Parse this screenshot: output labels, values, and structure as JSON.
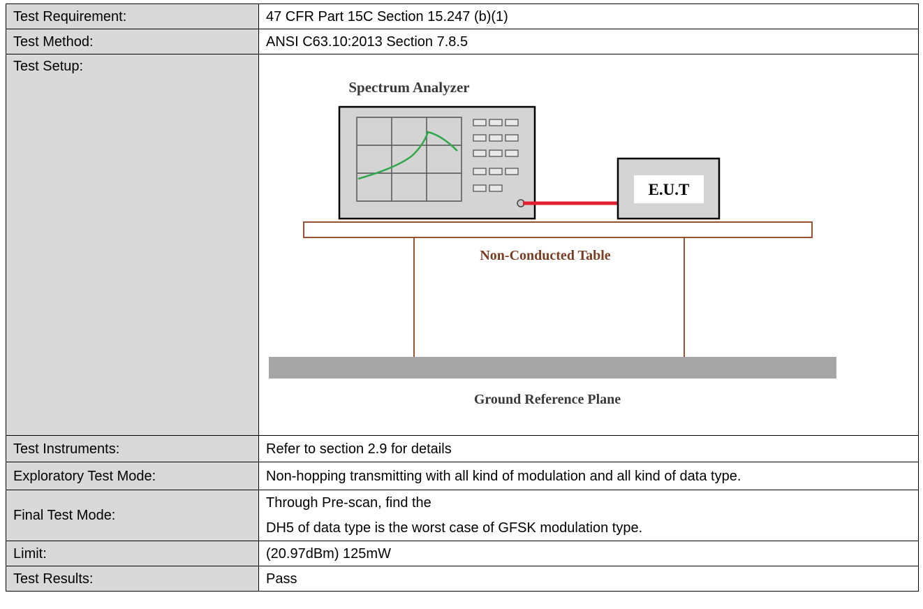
{
  "rows": [
    {
      "label": "Test Requirement:",
      "value": "47 CFR Part 15C Section 15.247 (b)(1)"
    },
    {
      "label": "Test Method:",
      "value": "ANSI C63.10:2013 Section 7.8.5"
    },
    {
      "label": "Test Setup:"
    },
    {
      "label": "Test Instruments:",
      "value": "Refer to section 2.9 for details"
    },
    {
      "label": "Exploratory Test Mode:",
      "value": "Non-hopping transmitting with all kind of modulation and all kind of data type."
    },
    {
      "label": "Final Test Mode:",
      "value_line1": "Through Pre-scan, find the",
      "value_line2": "DH5 of data type is the worst case of GFSK modulation type."
    },
    {
      "label": "Limit:",
      "value": "(20.97dBm) 125mW"
    },
    {
      "label": "Test Results:",
      "value": "Pass"
    }
  ],
  "diagram": {
    "analyzer_label": "Spectrum Analyzer",
    "eut_label": "E.U.T",
    "table_label": "Non-Conducted Table",
    "ground_label": "Ground Reference Plane",
    "colors": {
      "trace": "#2ea84a",
      "cable": "#e0202e",
      "table": "#9a5230",
      "ground": "#a6a6a6",
      "device_fill": "#d4d4d4"
    }
  }
}
